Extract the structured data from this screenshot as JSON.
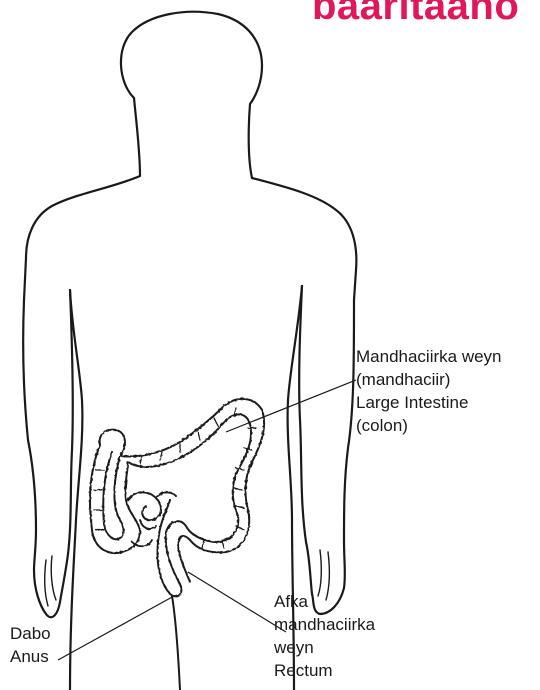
{
  "header": {
    "title": "baaritaano",
    "title_color": "#e0185a"
  },
  "labels": {
    "large_intestine": {
      "line1": "Mandhaciirka weyn",
      "line2": "(mandhaciir)",
      "line3": "Large Intestine",
      "line4": "(colon)"
    },
    "rectum": {
      "line1": "Afka",
      "line2": "mandhaciirka",
      "line3": "weyn",
      "line4": "Rectum"
    },
    "anus": {
      "line1": "Dabo",
      "line2": "Anus"
    }
  },
  "colors": {
    "outline": "#1a1a1a",
    "background": "#ffffff"
  }
}
